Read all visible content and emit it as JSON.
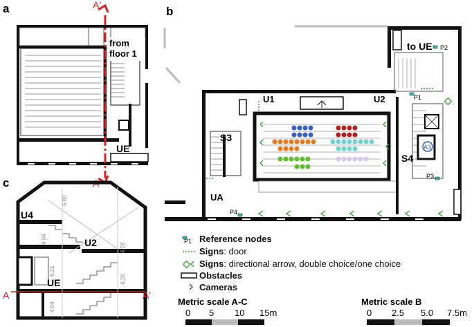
{
  "panels": {
    "a": {
      "letter": "a",
      "section_top": "A'",
      "section_bottom": "A",
      "from_floor": "from\nfloor 1",
      "from_line1": "from",
      "from_line2": "floor 1",
      "exit": "UE"
    },
    "b": {
      "letter": "b",
      "to_exit": "to UE",
      "p2": "P2",
      "p1": "P1",
      "p3": "P3",
      "p4": "P4",
      "u1": "U1",
      "u2": "U2",
      "s3": "S3",
      "s4": "S4",
      "ua": "UA",
      "a3": "A3"
    },
    "c": {
      "letter": "c",
      "u4": "U4",
      "u2": "U2",
      "ue": "UE",
      "sec_a": "A",
      "sec_a_prime": "A'",
      "dims": [
        "6.80",
        "4.04",
        "4.28",
        "6.21",
        "4.28",
        "4.04"
      ]
    }
  },
  "legend": {
    "ref_nodes": {
      "sym": "P1",
      "bold": "Reference nodes",
      "rest": ""
    },
    "door": {
      "bold": "Signs",
      "rest": ": door"
    },
    "arrow": {
      "bold": "Signs",
      "rest": ": directional arrow, double choice/one choice"
    },
    "obstacles": {
      "bold": "Obstacles",
      "rest": ""
    },
    "cameras": {
      "bold": "Cameras",
      "rest": ""
    }
  },
  "scales": {
    "ac": {
      "title": "Metric scale A-C",
      "ticks": [
        "0",
        "5",
        "10",
        "15m"
      ]
    },
    "b": {
      "title": "Metric scale B",
      "ticks": [
        "0",
        "2.5",
        "5.0",
        "7.5m"
      ]
    }
  },
  "colors": {
    "section_line": "#d42020",
    "wall": "#111111",
    "sign_green": "#2e9e2e",
    "node_cyan": "#3fb8b0"
  }
}
